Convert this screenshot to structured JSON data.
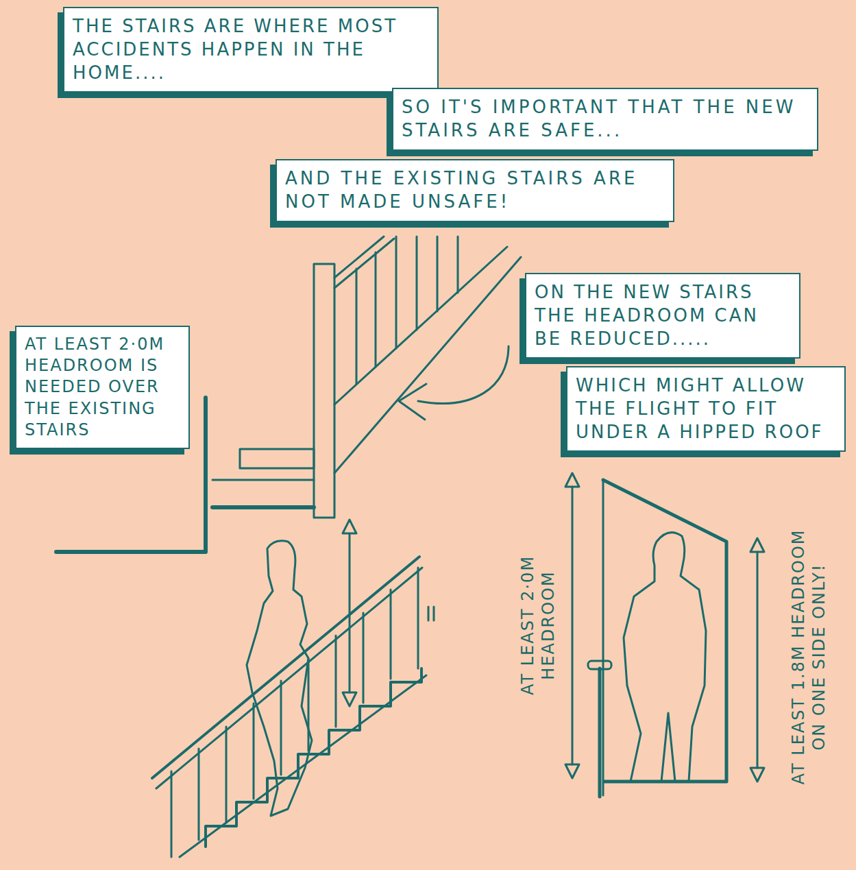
{
  "diagram": {
    "nodes": [
      {
        "text": [
          "THE STAIRS ARE WHERE MOST ACCIDENTS HAPPEN IN THE HOME...."
        ]
      },
      {
        "text": [
          "SO IT'S IMPORTANT THAT THE NEW STAIRS ARE SAFE..."
        ]
      },
      {
        "text": [
          "AND THE EXISTING STAIRS ARE NOT MADE UNSAFE!"
        ]
      },
      {
        "text": [
          "AT LEAST 2·0M HEADROOM IS NEEDED OVER THE EXISTING STAIRS"
        ]
      },
      {
        "text": [
          "ON THE NEW STAIRS THE HEADROOM CAN BE REDUCED....."
        ]
      },
      {
        "text": [
          "WHICH MIGHT ALLOW THE FLIGHT TO FIT UNDER A HIPPED ROOF"
        ]
      }
    ],
    "labels": [
      "AT LEAST 2·0M HEADROOM",
      "AT LEAST 1.8M HEADROOM ON ONE SIDE ONLY!"
    ]
  }
}
